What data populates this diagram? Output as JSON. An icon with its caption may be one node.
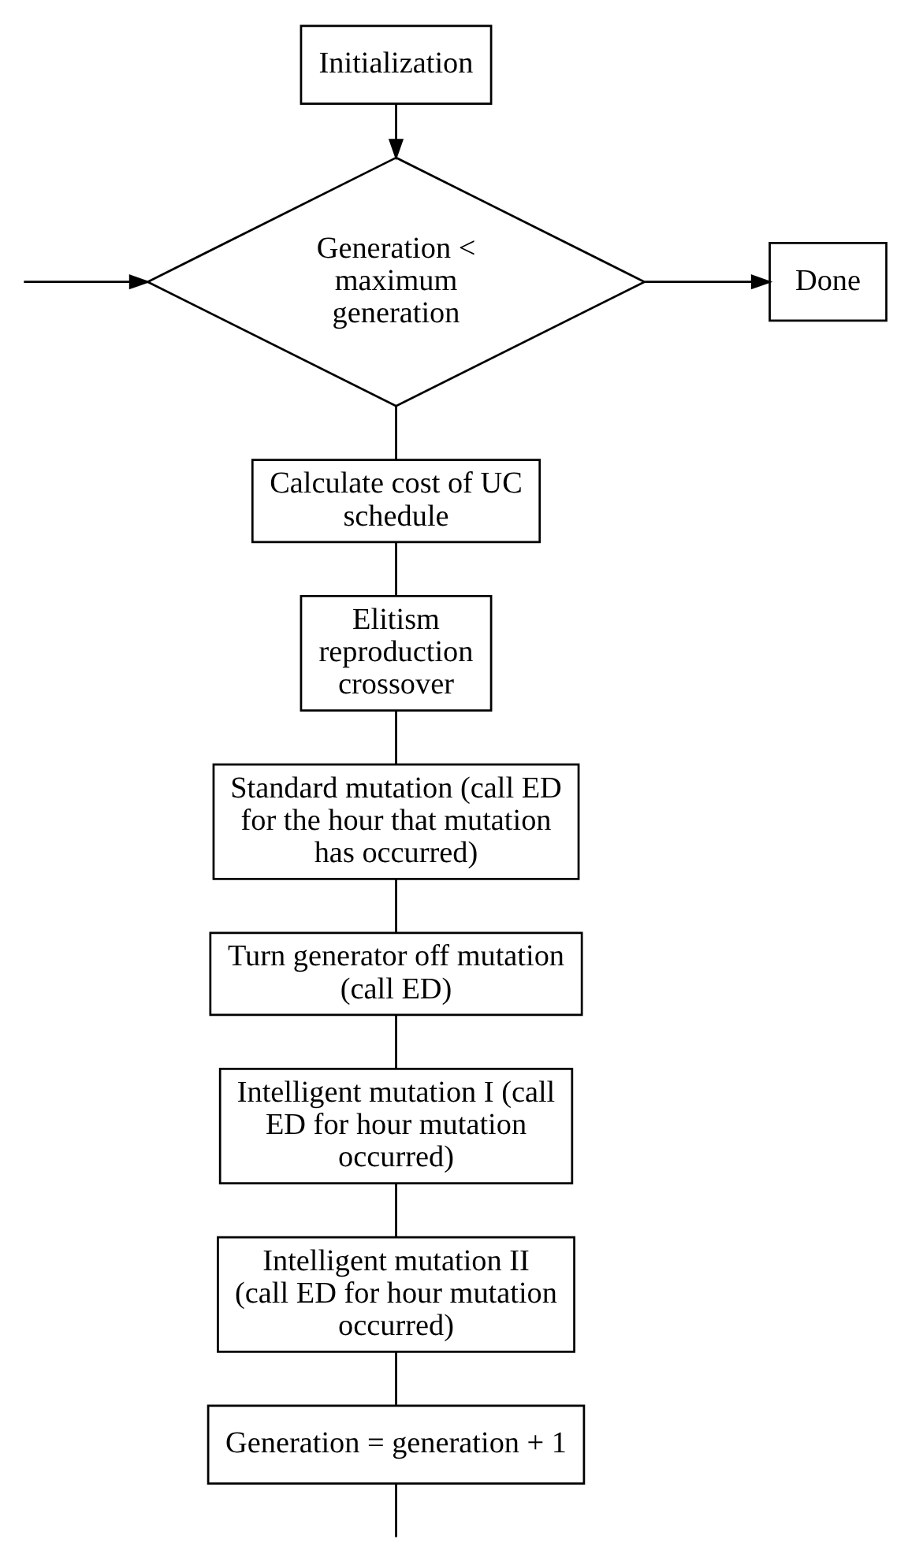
{
  "diagram": {
    "nodes": [
      {
        "text": [
          "Initialization"
        ]
      },
      {
        "text": [
          "Generation < maximum generation"
        ]
      },
      {
        "text": [
          "Done"
        ]
      },
      {
        "text": [
          "Calculate cost of UC schedule"
        ]
      },
      {
        "text": [
          "Elitism reproduction crossover"
        ]
      },
      {
        "text": [
          "Standard mutation (call ED for the hour that mutation has occurred)"
        ]
      },
      {
        "text": [
          "Turn generator off mutation (call ED)"
        ]
      },
      {
        "text": [
          "Intelligent mutation I (call ED for hour mutation occurred)"
        ]
      },
      {
        "text": [
          "Intelligent mutation II (call ED for hour mutation occurred)"
        ]
      },
      {
        "text": [
          "Generation = generation + 1"
        ]
      }
    ],
    "edges": [
      {
        "from": 0,
        "to": 1,
        "arrow": "to"
      },
      {
        "from": 1,
        "to": 2,
        "arrow": "to"
      },
      {
        "from": null,
        "to": 1,
        "arrow": "to"
      },
      {
        "from": 1,
        "to": 3,
        "arrow": "none"
      },
      {
        "from": 3,
        "to": 4,
        "arrow": "none"
      },
      {
        "from": 4,
        "to": 5,
        "arrow": "none"
      },
      {
        "from": 5,
        "to": 6,
        "arrow": "none"
      },
      {
        "from": 6,
        "to": 7,
        "arrow": "none"
      },
      {
        "from": 7,
        "to": 8,
        "arrow": "none"
      },
      {
        "from": 8,
        "to": 9,
        "arrow": "none"
      },
      {
        "from": 9,
        "to": null,
        "arrow": "none"
      }
    ]
  }
}
